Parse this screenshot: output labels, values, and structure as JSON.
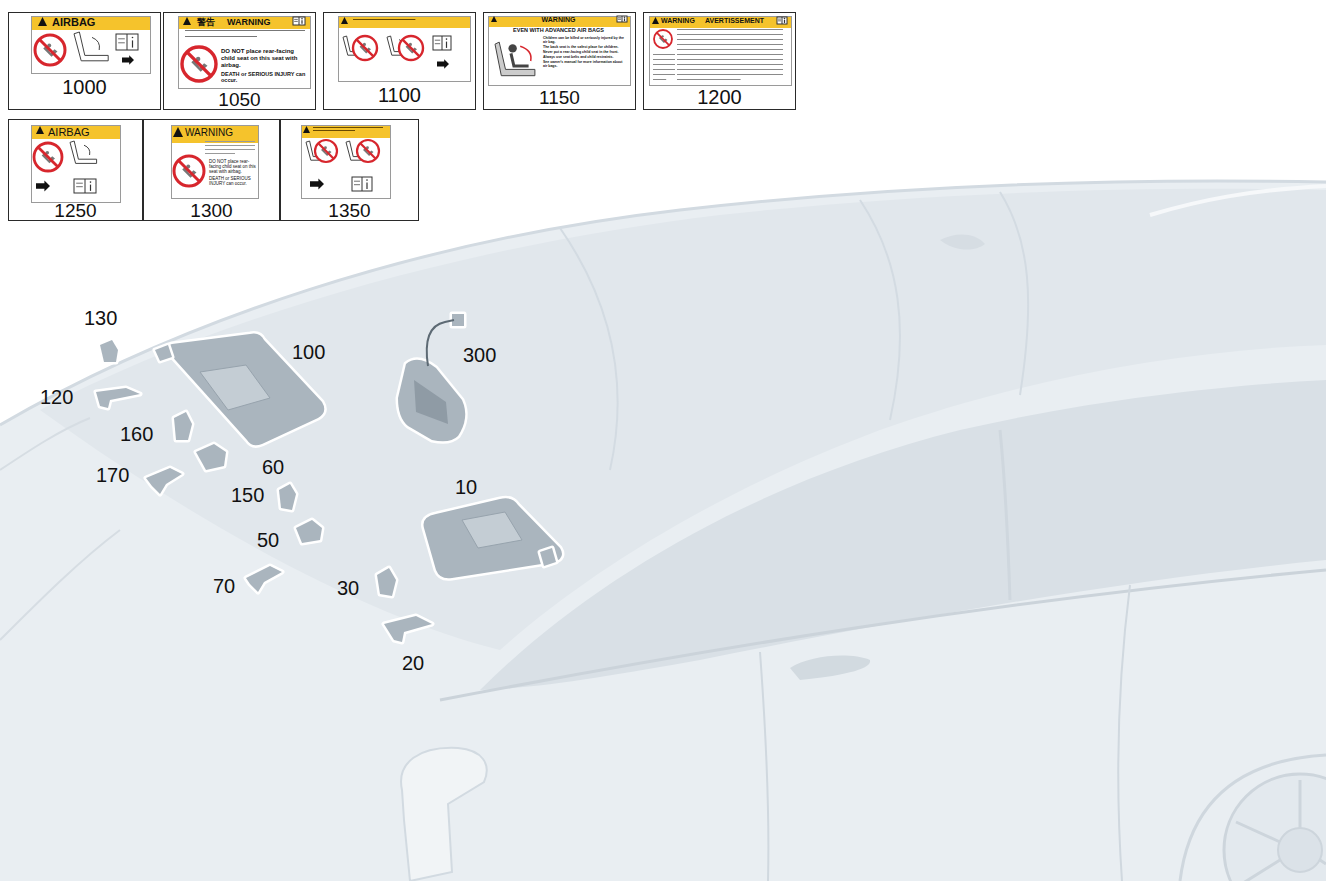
{
  "diagram": {
    "nodes": [
      {
        "text": [
          "AIRBAG",
          "1000"
        ]
      },
      {
        "text": [
          "警告",
          "WARNING",
          "DO NOT place rear-facing child seat on this seat with airbag.",
          "DEATH or SERIOUS INJURY can occur.",
          "1050"
        ]
      },
      {
        "text": [
          "1100"
        ]
      },
      {
        "text": [
          "WARNING",
          "EVEN WITH ADVANCED AIR BAGS",
          "Children can be killed or seriously injured by the air bag.",
          "The back seat is the safest place for children.",
          "Never put a rear-facing child seat in the front.",
          "Always use seat belts and child restraints.",
          "See owner's manual for more information about air bags.",
          "1150"
        ]
      },
      {
        "text": [
          "WARNING",
          "AVERTISSEMENT",
          "1200"
        ]
      },
      {
        "text": [
          "AIRBAG",
          "1250"
        ]
      },
      {
        "text": [
          "WARNING",
          "DO NOT place rear-facing child seat on this seat with airbag.",
          "DEATH or SERIOUS INJURY can occur.",
          "1300"
        ]
      },
      {
        "text": [
          "1350"
        ]
      }
    ],
    "labels": [
      "130",
      "120",
      "100",
      "300",
      "160",
      "150",
      "170",
      "60",
      "10",
      "50",
      "70",
      "30",
      "20"
    ]
  }
}
